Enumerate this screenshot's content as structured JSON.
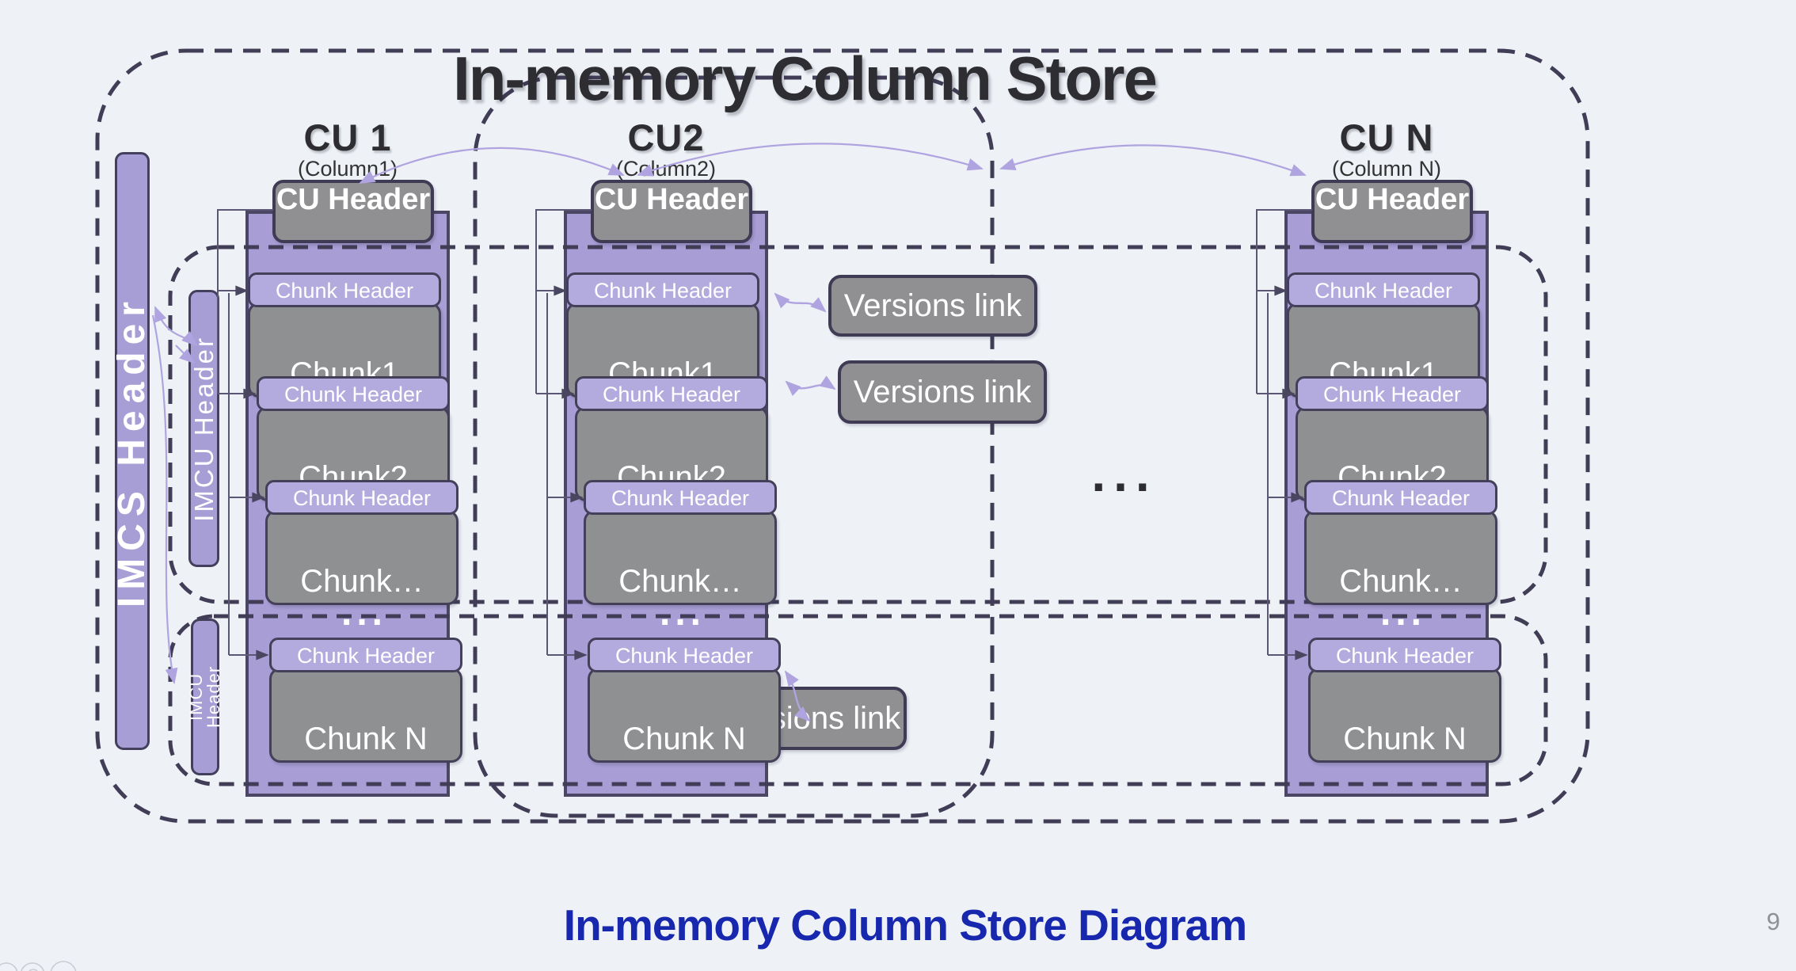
{
  "page": {
    "background": "#eef2f6",
    "page_number": "9"
  },
  "title": {
    "text": "In-memory Column Store"
  },
  "caption": {
    "text": "In-memory Column Store Diagram"
  },
  "store": {
    "imcs_header": {
      "label": "IMCS Header"
    },
    "imcu_sections": [
      {
        "header_label": "IMCU Header"
      },
      {
        "header_label": "IMCU Header"
      }
    ],
    "middle_ellipsis": "...",
    "columns": [
      {
        "title": "CU 1",
        "subtitle": "(Column1)",
        "cu_header": "CU Header",
        "chunks": [
          {
            "header": "Chunk Header",
            "label": "Chunk1"
          },
          {
            "header": "Chunk Header",
            "label": "Chunk2"
          },
          {
            "header": "Chunk Header",
            "label": "Chunk…"
          }
        ],
        "ellipsis": "...",
        "chunk_n": {
          "header": "Chunk Header",
          "label": "Chunk N"
        }
      },
      {
        "title": "CU2",
        "subtitle": "(Column2)",
        "cu_header": "CU Header",
        "chunks": [
          {
            "header": "Chunk Header",
            "label": "Chunk1"
          },
          {
            "header": "Chunk Header",
            "label": "Chunk2"
          },
          {
            "header": "Chunk Header",
            "label": "Chunk…"
          }
        ],
        "ellipsis": "...",
        "chunk_n": {
          "header": "Chunk Header",
          "label": "Chunk N"
        }
      },
      {
        "title": "CU N",
        "subtitle": "(Column N)",
        "cu_header": "CU Header",
        "chunks": [
          {
            "header": "Chunk Header",
            "label": "Chunk1"
          },
          {
            "header": "Chunk Header",
            "label": "Chunk2"
          },
          {
            "header": "Chunk Header",
            "label": "Chunk…"
          }
        ],
        "ellipsis": "...",
        "chunk_n": {
          "header": "Chunk Header",
          "label": "Chunk N"
        }
      }
    ],
    "versions_links": [
      {
        "label": "Versions link"
      },
      {
        "label": "Versions link"
      },
      {
        "label": "Versions link"
      }
    ]
  },
  "colors": {
    "background": "#eef2f6",
    "column_purple": "#a89dd4",
    "chunk_header_purple": "#b3aade",
    "bar_purple": "#a79ed6",
    "gray_box": "#909093",
    "dark_border": "#44405a",
    "dashed_line": "#413d57",
    "arrow_purple": "#b0a4e0",
    "connector_dark": "#5b5674",
    "title_dark": "#2e2e32",
    "caption_blue": "#1727ae",
    "page_number_gray": "#8e9297"
  }
}
